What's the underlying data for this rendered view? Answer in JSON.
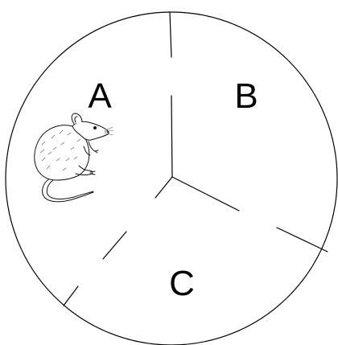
{
  "diagram": {
    "chambers": [
      {
        "label": "A"
      },
      {
        "label": "B"
      },
      {
        "label": "C"
      }
    ],
    "animal_icon": "rat-icon",
    "colors": {
      "stroke": "#000000",
      "background": "#ffffff"
    }
  }
}
